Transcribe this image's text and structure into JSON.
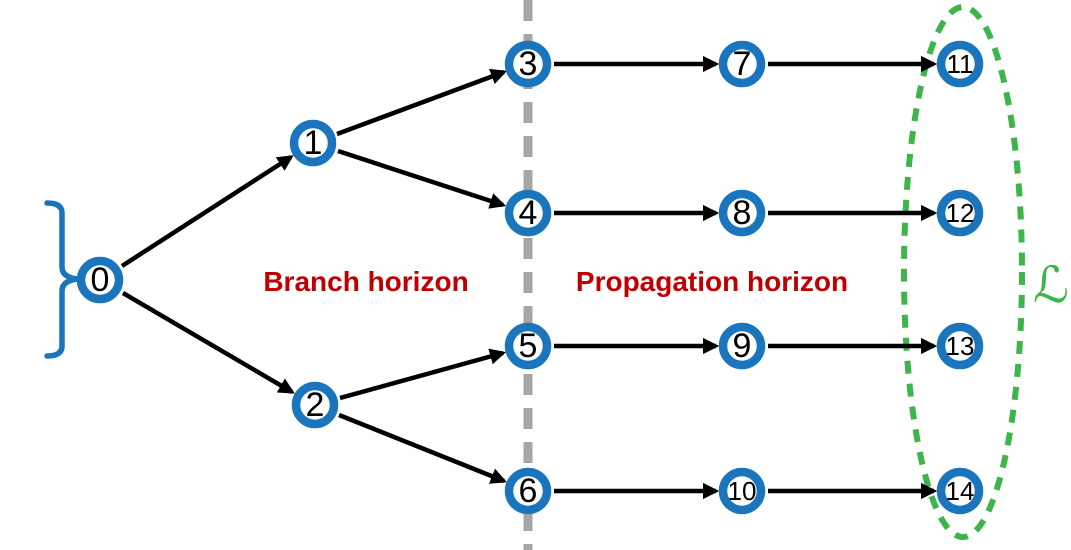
{
  "diagram": {
    "kind": "scenario-tree",
    "background": "#ffffff"
  },
  "annotations": {
    "branch_horizon": "Branch horizon",
    "propagation_horizon": "Propagation horizon",
    "leaf_set_label": "ℒ"
  },
  "nodes": [
    {
      "id": 0,
      "label": "0"
    },
    {
      "id": 1,
      "label": "1"
    },
    {
      "id": 2,
      "label": "2"
    },
    {
      "id": 3,
      "label": "3"
    },
    {
      "id": 4,
      "label": "4"
    },
    {
      "id": 5,
      "label": "5"
    },
    {
      "id": 6,
      "label": "6"
    },
    {
      "id": 7,
      "label": "7"
    },
    {
      "id": 8,
      "label": "8"
    },
    {
      "id": 9,
      "label": "9"
    },
    {
      "id": 10,
      "label": "10"
    },
    {
      "id": 11,
      "label": "11"
    },
    {
      "id": 12,
      "label": "12"
    },
    {
      "id": 13,
      "label": "13"
    },
    {
      "id": 14,
      "label": "14"
    }
  ],
  "edges": [
    {
      "from": 0,
      "to": 1
    },
    {
      "from": 0,
      "to": 2
    },
    {
      "from": 1,
      "to": 3
    },
    {
      "from": 1,
      "to": 4
    },
    {
      "from": 2,
      "to": 5
    },
    {
      "from": 2,
      "to": 6
    },
    {
      "from": 3,
      "to": 7
    },
    {
      "from": 4,
      "to": 8
    },
    {
      "from": 5,
      "to": 9
    },
    {
      "from": 6,
      "to": 10
    },
    {
      "from": 7,
      "to": 11
    },
    {
      "from": 8,
      "to": 12
    },
    {
      "from": 9,
      "to": 13
    },
    {
      "from": 10,
      "to": 14
    }
  ],
  "colors": {
    "node_ring_blue": "#1b75bc",
    "node_fill": "#ffffff",
    "node_text": "#000000",
    "edge_black": "#000000",
    "divider_gray": "#a6a6a6",
    "horizon_red": "#c00000",
    "leaf_green": "#3db54a",
    "brace_blue": "#1b75bc"
  }
}
